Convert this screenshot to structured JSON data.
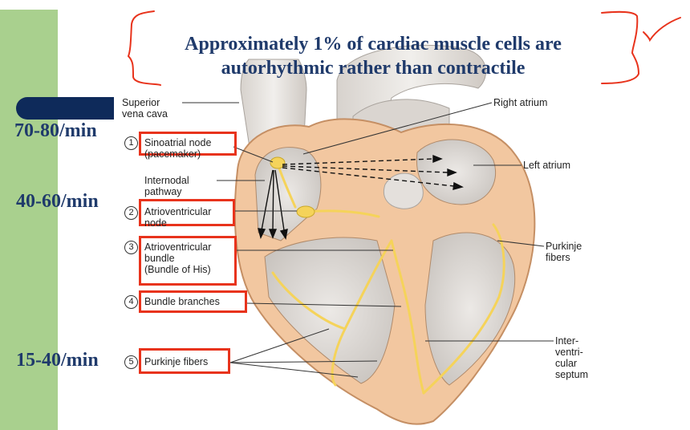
{
  "title": {
    "line1": "Approximately 1% of cardiac muscle cells are",
    "line2": "autorhythmic rather than contractile"
  },
  "rates": {
    "sa": "70-80/min",
    "av": "40-60/min",
    "purkinje": "15-40/min"
  },
  "labels": {
    "superior_vena_cava": [
      "Superior",
      "vena cava"
    ],
    "right_atrium": "Right atrium",
    "left_atrium": "Left atrium",
    "internodal_pathway": [
      "Internodal",
      "pathway"
    ],
    "purkinje_fibers_right": [
      "Purkinje",
      "fibers"
    ],
    "interventricular_septum": [
      "Inter-",
      "ventri-",
      "cular",
      "septum"
    ]
  },
  "steps": [
    {
      "num": "1",
      "lines": [
        "Sinoatrial node",
        "(pacemaker)"
      ]
    },
    {
      "num": "2",
      "lines": [
        "Atrioventricular",
        "node"
      ]
    },
    {
      "num": "3",
      "lines": [
        "Atrioventricular",
        "bundle",
        "(Bundle of His)"
      ]
    },
    {
      "num": "4",
      "lines": [
        "Bundle branches"
      ]
    },
    {
      "num": "5",
      "lines": [
        "Purkinje fibers"
      ]
    }
  ],
  "colors": {
    "sidebar": "#a9d08e",
    "title_text": "#1f3a6b",
    "annotation_red": "#e8331c",
    "heart_muscle": "#f2c7a0",
    "conduction": "#f5d35a"
  }
}
